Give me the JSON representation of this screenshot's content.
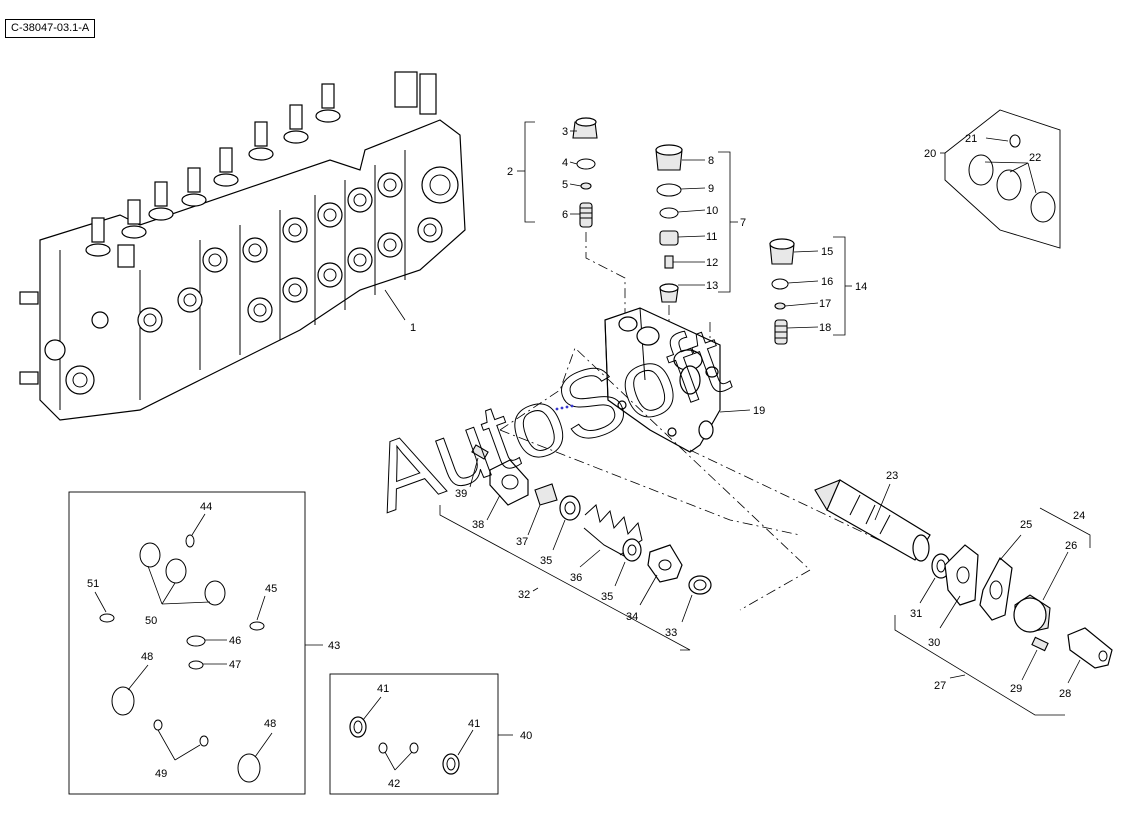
{
  "diagram": {
    "doc_id": "C-38047-03.1-A",
    "watermark": "AutoSoft",
    "callouts": [
      "1",
      "2",
      "3",
      "4",
      "5",
      "6",
      "7",
      "8",
      "9",
      "10",
      "11",
      "12",
      "13",
      "14",
      "15",
      "16",
      "17",
      "18",
      "19",
      "20",
      "21",
      "22",
      "23",
      "24",
      "25",
      "26",
      "27",
      "28",
      "29",
      "30",
      "31",
      "32",
      "33",
      "34",
      "35",
      "35",
      "36",
      "37",
      "38",
      "39",
      "40",
      "41",
      "41",
      "42",
      "43",
      "44",
      "45",
      "46",
      "47",
      "48",
      "48",
      "49",
      "50",
      "51"
    ]
  }
}
